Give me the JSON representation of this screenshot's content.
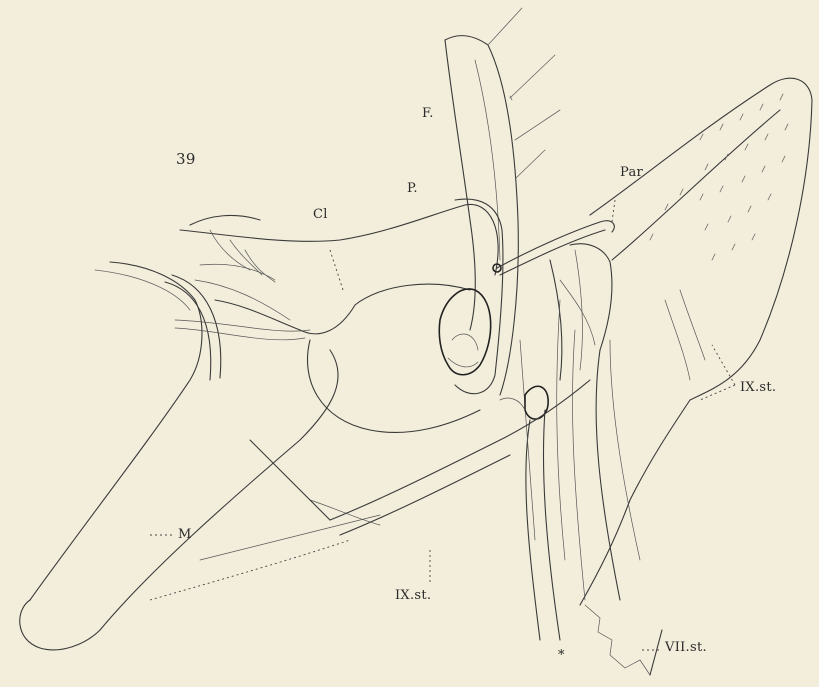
{
  "figure": {
    "number": "39",
    "labels": {
      "F": "F.",
      "P": "P.",
      "Cl": "Cl",
      "Par": "Par",
      "IX_st_right": "IX.st.",
      "IX_st_bottom": "IX.st.",
      "M": "M",
      "VII_st": "VII.st.",
      "star": "*"
    }
  },
  "colors": {
    "paper": "#f3eedb",
    "ink": "#3a3a3a"
  }
}
